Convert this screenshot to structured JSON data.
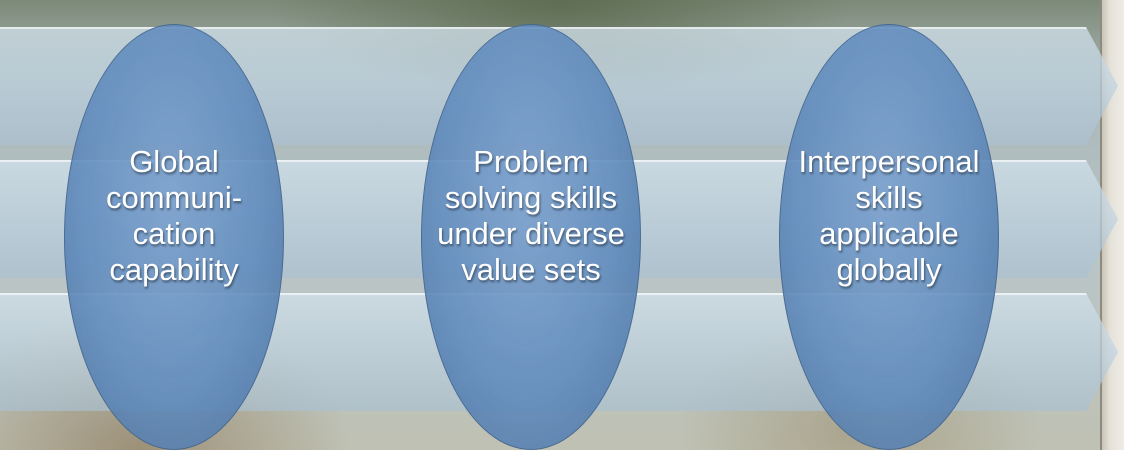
{
  "bubbles": [
    {
      "text": "Global\ncommuni-\ncation\ncapability"
    },
    {
      "text": "Problem\nsolving skills\nunder diverse\nvalue sets"
    },
    {
      "text": "Interpersonal\nskills\napplicable\nglobally"
    }
  ],
  "colors": {
    "bubble_fill": "#6a97c8",
    "arrow_fill": "#c6d8e4",
    "text": "#ffffff"
  }
}
